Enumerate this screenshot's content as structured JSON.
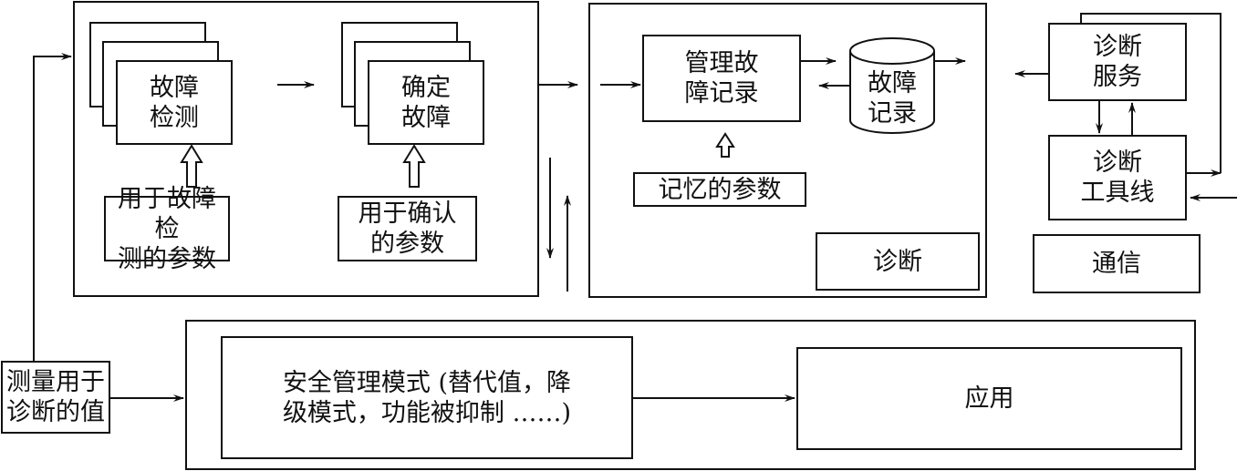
{
  "diagram": {
    "fault_detection": {
      "title": "故障\n检测",
      "params": "用于故障检\n测的参数"
    },
    "fault_confirmation": {
      "title": "确定\n故障",
      "params": "用于确认\n的参数"
    },
    "diagnosis_panel": {
      "manage_records": "管理故\n障记录",
      "fault_record_store": "故障\n记录",
      "memory_params": "记忆的参数",
      "label": "诊断"
    },
    "communication_panel": {
      "diag_service": "诊断\n服务",
      "diag_tool_line": "诊断\n工具线",
      "label": "通信"
    },
    "measured_values": "测量用于\n诊断的值",
    "application_panel": {
      "safety_mode": "安全管理模式 (替代值，降\n级模式，功能被抑制 ……)",
      "application": "应用"
    }
  }
}
